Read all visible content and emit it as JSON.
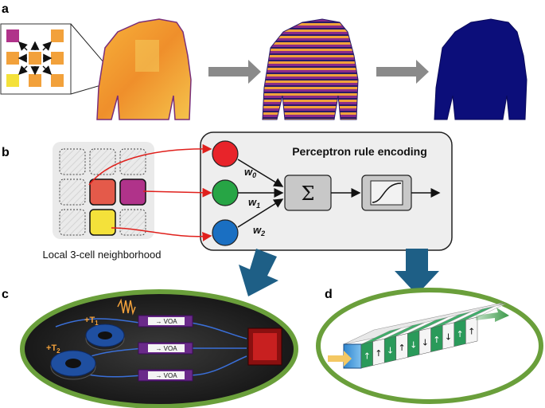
{
  "panels": {
    "a": "a",
    "b": "b",
    "c": "c",
    "d": "d"
  },
  "colors": {
    "magenta": "#b0338a",
    "orange": "#f2a13b",
    "yellow": "#f4e13a",
    "navy": "#0c0e7a",
    "arrow_gray": "#8a8a8a",
    "red_node": "#e8242a",
    "green_node": "#27a545",
    "blue_node": "#1a6fc2",
    "teal_arrow": "#1e5f86",
    "ellipse_green": "#6a9f3b"
  },
  "diagram": {
    "title": "Perceptron rule encoding",
    "weights": [
      {
        "sym": "w",
        "sub": "0"
      },
      {
        "sym": "w",
        "sub": "1"
      },
      {
        "sym": "w",
        "sub": "2"
      }
    ],
    "sum_symbol": "Σ",
    "neighborhood_label": "Local 3-cell neighborhood"
  },
  "photonics": {
    "voa_labels": [
      "→  VOA",
      "→  VOA",
      "→  VOA"
    ],
    "delay_labels": [
      {
        "sign": "+",
        "sym": "T",
        "sub": "1"
      },
      {
        "sign": "+",
        "sym": "T",
        "sub": "2"
      }
    ]
  },
  "spins": {
    "arrows": [
      "↑",
      "↑",
      "↓",
      "↑",
      "↓",
      "↓",
      "↑",
      "↓",
      "↑",
      "↑"
    ]
  }
}
